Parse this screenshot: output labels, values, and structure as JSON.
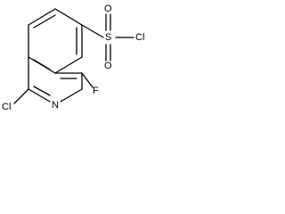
{
  "molecule": {
    "atoms": {
      "sulfur": "S",
      "oxygen_top": "O",
      "oxygen_bottom": "O",
      "chlorine_sulfonyl": "Cl",
      "chlorine_ring": "Cl",
      "fluorine": "F",
      "nitrogen": "N"
    }
  }
}
